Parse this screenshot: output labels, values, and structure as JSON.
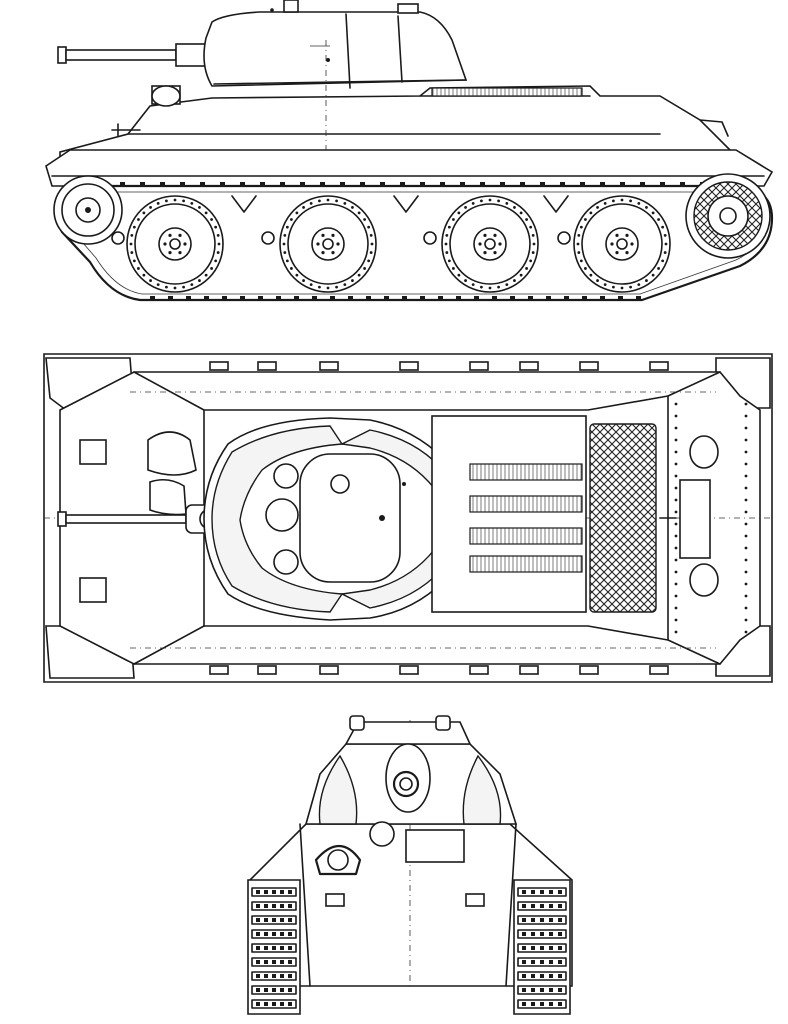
{
  "drawing": {
    "views": [
      "side-view",
      "top-view",
      "front-view"
    ],
    "colors": {
      "line": "#1a1a1a",
      "paper": "#ffffff"
    }
  }
}
